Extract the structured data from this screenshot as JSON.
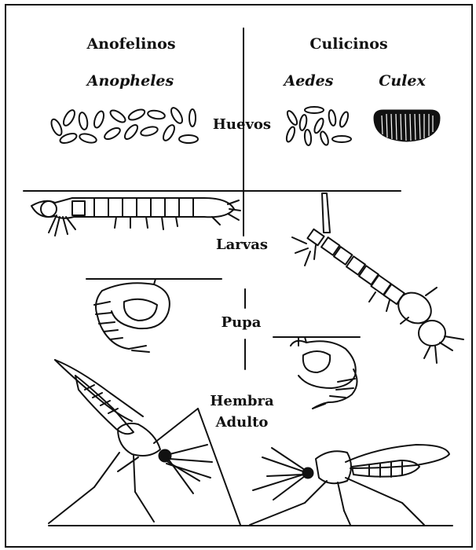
{
  "headers": {
    "left": "Anofelinos",
    "right": "Culicinos"
  },
  "genera": {
    "anopheles": "Anopheles",
    "aedes": "Aedes",
    "culex": "Culex"
  },
  "stages": {
    "eggs": "Huevos",
    "larvae": "Larvas",
    "pupa": "Pupa",
    "adult_line1": "Hembra",
    "adult_line2": "Adulto"
  },
  "colors": {
    "ink": "#111111",
    "background": "#ffffff"
  }
}
